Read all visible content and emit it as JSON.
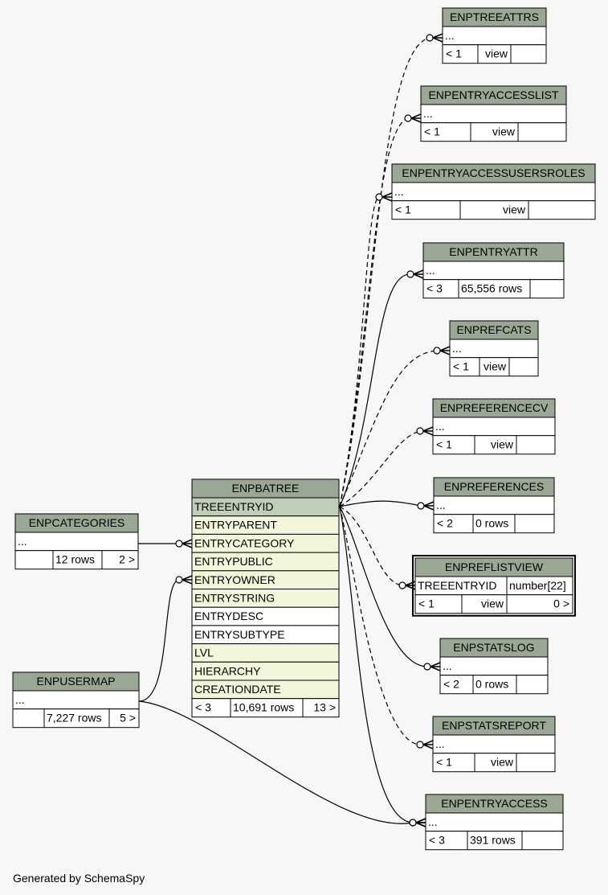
{
  "footer": "Generated by SchemaSpy",
  "colors": {
    "header": "#9aa795",
    "primary_key": "#bfceb9",
    "column": "#f4f6dc",
    "plain": "#ffffff",
    "edge": "#000000",
    "background": "#f7f7f7"
  },
  "tables": [
    {
      "id": "ENPTREEATTRS",
      "name": "ENPTREEATTRS",
      "columns": [
        {
          "name": "...",
          "kind": "plain"
        }
      ],
      "footer": [
        "< 1",
        "view",
        ""
      ]
    },
    {
      "id": "ENPENTRYACCESSLIST",
      "name": "ENPENTRYACCESSLIST",
      "columns": [
        {
          "name": "...",
          "kind": "plain"
        }
      ],
      "footer": [
        "< 1",
        "view",
        ""
      ]
    },
    {
      "id": "ENPENTRYACCESSUSERSROLES",
      "name": "ENPENTRYACCESSUSERSROLES",
      "columns": [
        {
          "name": "...",
          "kind": "plain"
        }
      ],
      "footer": [
        "< 1",
        "view",
        ""
      ]
    },
    {
      "id": "ENPENTRYATTR",
      "name": "ENPENTRYATTR",
      "columns": [
        {
          "name": "...",
          "kind": "plain"
        }
      ],
      "footer": [
        "< 3",
        "65,556 rows",
        ""
      ]
    },
    {
      "id": "ENPREFCATS",
      "name": "ENPREFCATS",
      "columns": [
        {
          "name": "...",
          "kind": "plain"
        }
      ],
      "footer": [
        "< 1",
        "view",
        ""
      ]
    },
    {
      "id": "ENPREFERENCECV",
      "name": "ENPREFERENCECV",
      "columns": [
        {
          "name": "...",
          "kind": "plain"
        }
      ],
      "footer": [
        "< 1",
        "view",
        ""
      ]
    },
    {
      "id": "ENPREFERENCES",
      "name": "ENPREFERENCES",
      "columns": [
        {
          "name": "...",
          "kind": "plain"
        }
      ],
      "footer": [
        "< 2",
        "0 rows",
        ""
      ]
    },
    {
      "id": "ENPREFLISTVIEW",
      "name": "ENPREFLISTVIEW",
      "highlight": true,
      "columns": [
        {
          "name": "TREEENTRYID",
          "type": "number[22]",
          "kind": "plain"
        }
      ],
      "footer": [
        "< 1",
        "view",
        "0 >"
      ]
    },
    {
      "id": "ENPSTATSLOG",
      "name": "ENPSTATSLOG",
      "columns": [
        {
          "name": "...",
          "kind": "plain"
        }
      ],
      "footer": [
        "< 2",
        "0 rows",
        ""
      ]
    },
    {
      "id": "ENPSTATSREPORT",
      "name": "ENPSTATSREPORT",
      "columns": [
        {
          "name": "...",
          "kind": "plain"
        }
      ],
      "footer": [
        "< 1",
        "view",
        ""
      ]
    },
    {
      "id": "ENPENTRYACCESS",
      "name": "ENPENTRYACCESS",
      "columns": [
        {
          "name": "...",
          "kind": "plain"
        }
      ],
      "footer": [
        "< 3",
        "391 rows",
        ""
      ]
    },
    {
      "id": "ENPCATEGORIES",
      "name": "ENPCATEGORIES",
      "columns": [
        {
          "name": "...",
          "kind": "plain"
        }
      ],
      "footer": [
        "",
        "12 rows",
        "2 >"
      ]
    },
    {
      "id": "ENPUSERMAP",
      "name": "ENPUSERMAP",
      "columns": [
        {
          "name": "...",
          "kind": "plain"
        }
      ],
      "footer": [
        "",
        "7,227 rows",
        "5 >"
      ]
    },
    {
      "id": "ENPBATREE",
      "name": "ENPBATREE",
      "columns": [
        {
          "name": "TREEENTRYID",
          "kind": "pk"
        },
        {
          "name": "ENTRYPARENT",
          "kind": "fk"
        },
        {
          "name": "ENTRYCATEGORY",
          "kind": "fk"
        },
        {
          "name": "ENTRYPUBLIC",
          "kind": "fk"
        },
        {
          "name": "ENTRYOWNER",
          "kind": "fk"
        },
        {
          "name": "ENTRYSTRING",
          "kind": "fk"
        },
        {
          "name": "ENTRYDESC",
          "kind": "plain"
        },
        {
          "name": "ENTRYSUBTYPE",
          "kind": "plain"
        },
        {
          "name": "LVL",
          "kind": "fk"
        },
        {
          "name": "HIERARCHY",
          "kind": "fk"
        },
        {
          "name": "CREATIONDATE",
          "kind": "fk"
        }
      ],
      "footer": [
        "< 3",
        "10,691 rows",
        "13 >"
      ]
    }
  ],
  "relationships": [
    {
      "from": "ENPBATREE",
      "to": "ENPTREEATTRS",
      "style": "dashed"
    },
    {
      "from": "ENPBATREE",
      "to": "ENPENTRYACCESSLIST",
      "style": "dashed"
    },
    {
      "from": "ENPBATREE",
      "to": "ENPENTRYACCESSUSERSROLES",
      "style": "dashed"
    },
    {
      "from": "ENPBATREE",
      "to": "ENPENTRYATTR",
      "style": "solid"
    },
    {
      "from": "ENPBATREE",
      "to": "ENPREFCATS",
      "style": "dashed"
    },
    {
      "from": "ENPBATREE",
      "to": "ENPREFERENCECV",
      "style": "dashed"
    },
    {
      "from": "ENPBATREE",
      "to": "ENPREFERENCES",
      "style": "solid"
    },
    {
      "from": "ENPBATREE",
      "to": "ENPREFLISTVIEW",
      "style": "dashed"
    },
    {
      "from": "ENPBATREE",
      "to": "ENPSTATSLOG",
      "style": "solid"
    },
    {
      "from": "ENPBATREE",
      "to": "ENPSTATSREPORT",
      "style": "dashed"
    },
    {
      "from": "ENPBATREE",
      "to": "ENPENTRYACCESS",
      "style": "solid"
    },
    {
      "from": "ENPCATEGORIES",
      "to": "ENPBATREE",
      "style": "solid"
    },
    {
      "from": "ENPUSERMAP",
      "to": "ENPBATREE",
      "style": "solid"
    },
    {
      "from": "ENPUSERMAP",
      "to": "ENPENTRYACCESS",
      "style": "solid"
    }
  ]
}
